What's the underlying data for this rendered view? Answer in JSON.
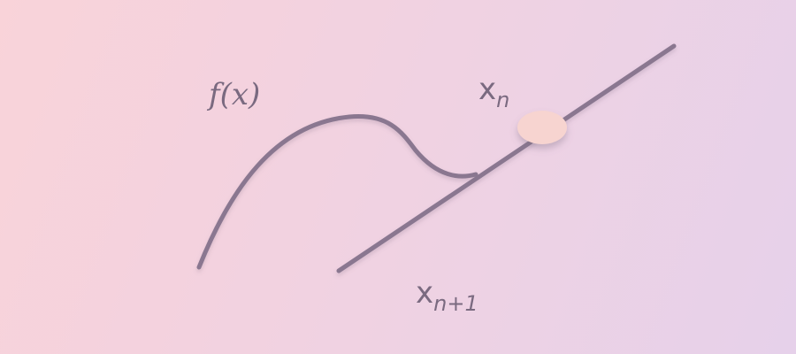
{
  "labels": {
    "function": "f(x)",
    "current_point": {
      "base": "x",
      "subscript": "n"
    },
    "next_point": {
      "base": "x",
      "subscript": "n+1"
    }
  },
  "colors": {
    "stroke": "#8a7790",
    "text": "#7a6a80",
    "point": "#f7d4d0",
    "background_start": "#f9d3d9",
    "background_end": "#e6d1ea"
  }
}
